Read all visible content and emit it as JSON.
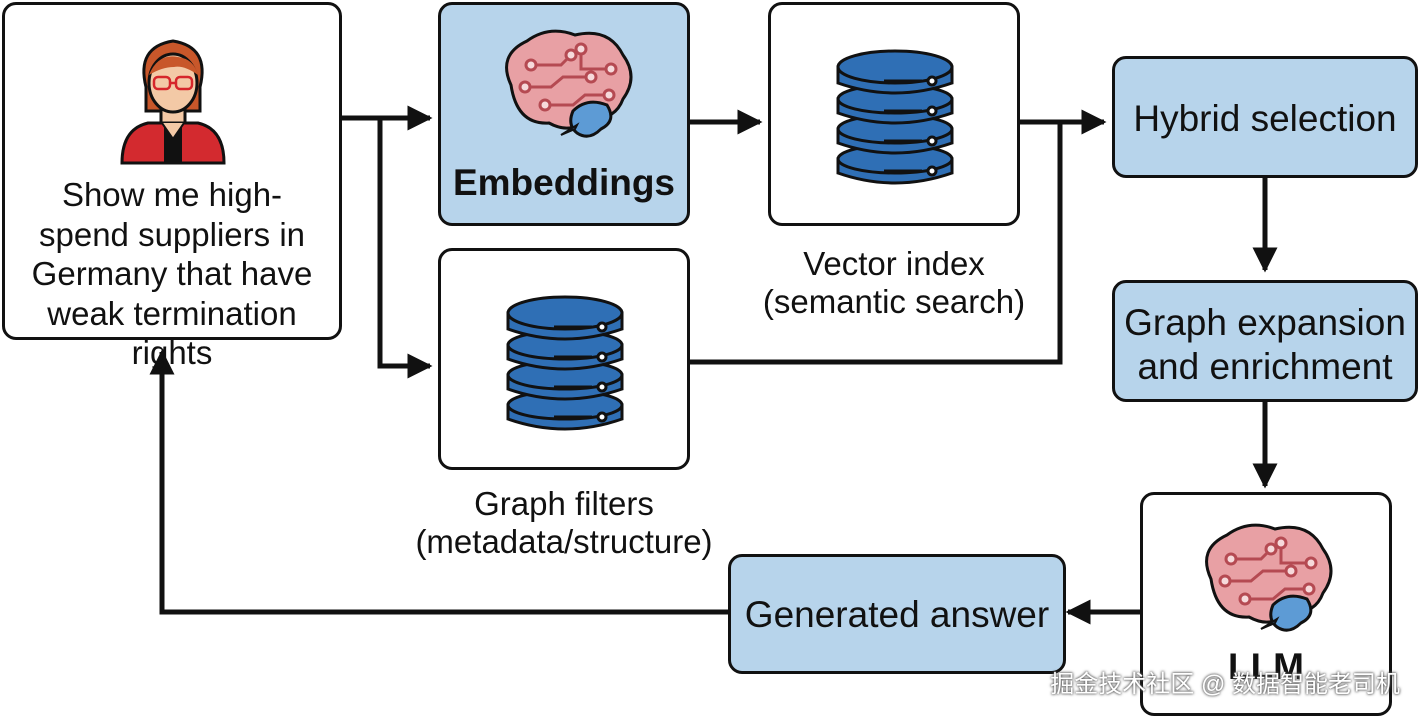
{
  "nodes": {
    "query": {
      "text": "Show me high-spend suppliers in Germany that have weak termination rights",
      "icon": "user-icon"
    },
    "embeddings": {
      "text": "Embeddings",
      "icon": "brain-icon"
    },
    "vector_index": {
      "caption_line1": "Vector index",
      "caption_line2": "(semantic search)",
      "icon": "database-icon"
    },
    "graph_filters": {
      "caption_line1": "Graph filters",
      "caption_line2": "(metadata/structure)",
      "icon": "database-icon"
    },
    "hybrid_selection": {
      "text": "Hybrid selection"
    },
    "graph_expansion": {
      "text": "Graph expansion and enrichment"
    },
    "llm": {
      "text": "LLM",
      "icon": "brain-icon"
    },
    "generated_answer": {
      "text": "Generated answer"
    }
  },
  "watermark": "掘金技术社区 @ 数据智能老司机",
  "colors": {
    "box_fill": "#b7d4eb",
    "stroke": "#111111",
    "db_blue": "#2f6fb5",
    "brain_pink": "#e8a0a4"
  }
}
